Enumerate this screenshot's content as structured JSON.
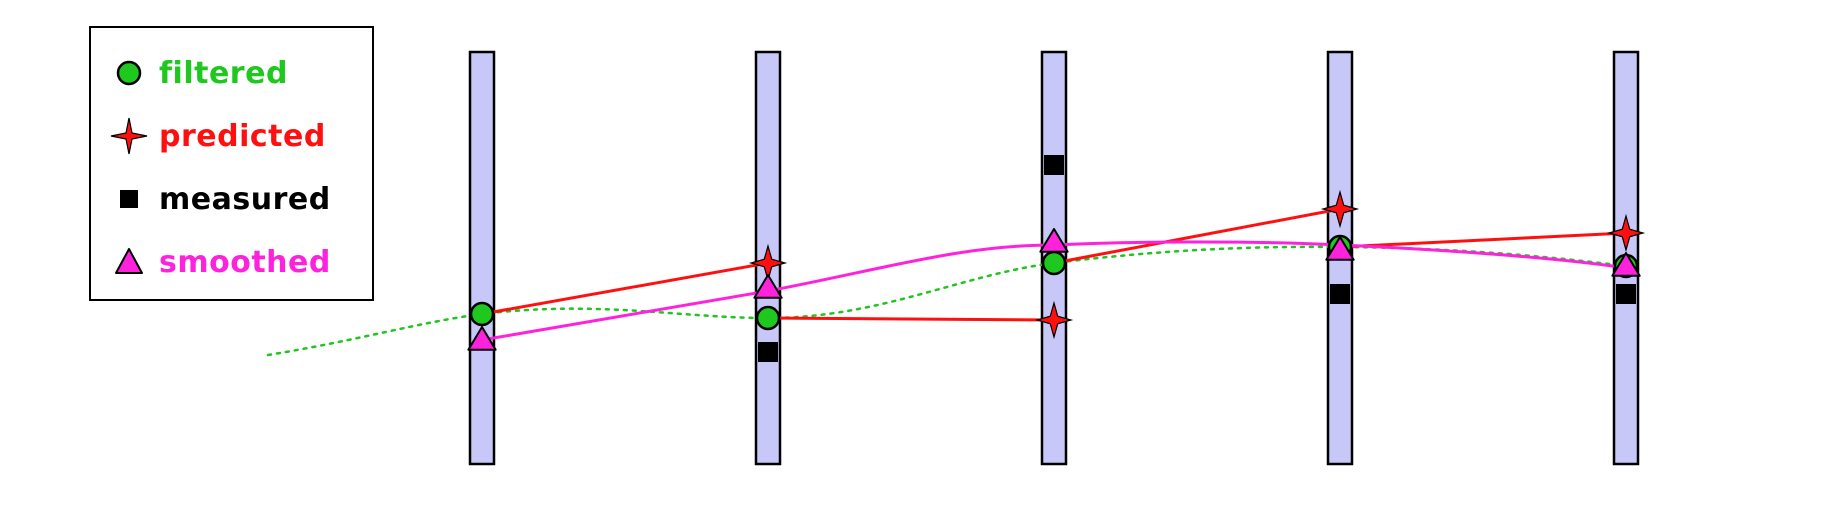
{
  "colors": {
    "filtered": "#1ec81e",
    "predicted": "#ff1010",
    "measured": "#000000",
    "smoothed": "#ff22dd",
    "detector": "#c8c8f8",
    "dotted_line": "#22c322"
  },
  "legend": {
    "filtered": "filtered",
    "predicted": "predicted",
    "measured": "measured",
    "smoothed": "smoothed"
  },
  "icons": {
    "filtered": "green-circle-icon",
    "predicted": "red-four-point-star-icon",
    "measured": "black-square-icon",
    "smoothed": "magenta-triangle-icon"
  }
}
